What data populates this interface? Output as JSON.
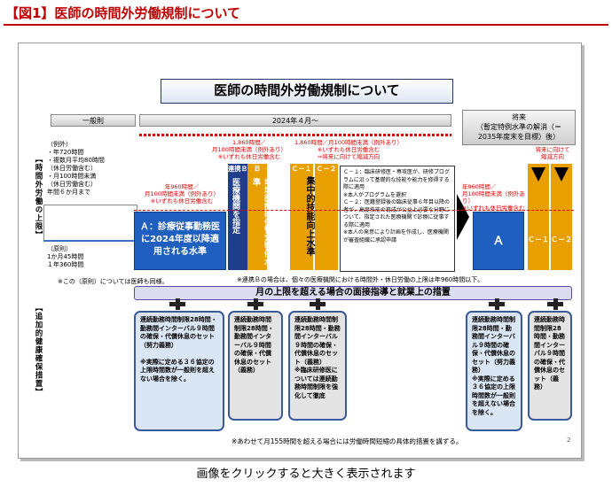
{
  "page": {
    "figure_title": "【図1】医師の時間外労働規制について",
    "caption": "画像をクリックすると大きく表示されます"
  },
  "slide": {
    "title": "医師の時間外労働規制について",
    "col_general": "一般則",
    "col_2024": "2024年４月～",
    "col_future": "将来\n（暫定特例水準の解消（＝\n2035年度末を目標）後）",
    "left_axis_upper": "【時間外労働の上限】",
    "left_axis_lower": "【追加的健康確保措置】",
    "general_rules": "（例外）\n・年720時間\n・複数月平均80時間\n（休日労働含む）\n・月100時間未満\n（休日労働含む）\n年間６か月まで",
    "general_principle": "（原則）\n1か月45時間\n１年360時間",
    "general_note": "※この（原則）については医師も同様。",
    "note_a_960": "年960時間／\n月100時間未満（例外あり）\n※いずれも休日労働含む",
    "note_b_1860": "1,860時間／\n月100時間未満（例外あり）\n※いずれも休日労働含む",
    "note_c_1860": "1,860時間／月100時間未満（例外あり）\n※いずれも休日労働含む\n⇒将来に向けて縮減方向",
    "box_a_label": "Ａ：診療従事勤務医に2024年度以降適用される水準",
    "col_renkei_b_head": "連携Ｂ",
    "col_renkei_b_body": "医療機関を指定",
    "col_renkei_b_sub": "（医療機関を指定）",
    "col_b_head": "Ｂ",
    "col_b_body": "地域医療確保暫定特例水準",
    "col_c1_head": "Ｃ－１",
    "col_c2_head": "Ｃ－２",
    "col_c_body": "集中的技能向上水準",
    "col_c_sub": "（医療機関を指定）",
    "c_explain": "Ｃ－１：臨床研修医・専攻医が、研修プログラムに沿って基礎的な技能や能力を修得する際に適用\n※本人がプログラムを選択\nＣ－２：医籍登録後の臨床従事６年目以降の者が、高度技能の育成が公益上必要な分野について、指定された医療機関で診療に従事する際に適用\n※本人の発意により計画を作成し、医療機関が審査組織に承認申請",
    "future_note_960": "年960時間／\n月100時間未満（例外あり）\n※いずれも休日労働含む",
    "future_shrink": "将来に向けて\n縮減方向",
    "future_a": "Ａ",
    "future_c1": "Ｃ－１",
    "future_c2": "Ｃ－２",
    "renkei_note": "※連携Ｂの場合は、個々の医療機関における時間外・休日労働の上限は年960時間以下。",
    "banner": "月の上限を超える場合の面接指導と就業上の措置",
    "card1": "連続勤務時間制限28時間・勤務間インターバル９時間の確保・代償休息のセット（努力義務）\n\n※実際に定める３６協定の上限時間数が一般則を超えない場合を除く。",
    "card2": "連続勤務時間制限28時間・勤務間インターバル９時間の確保・代償休息のセット（義務）",
    "card3": "連続勤務時間制限28時間・勤務間インターバル９時間の確保・代償休息のセット（義務）\n※臨床研修医については連続勤務時間制限を強化して徹底",
    "card4": "連続勤務時間制限28時間・勤務間インターバル９時間の確保・代償休息のセット（努力義務）\n※実際に定める３６協定の上限時間数が一般則を超えない場合を除く。",
    "card5": "連続勤務時間制限28時間・勤務間インターバル９時間の確保・代償休息のセット（義務）",
    "footer_note": "※あわせて月155時間を超える場合には労働時間短縮の具体的措置を講ずる。",
    "page_number": "2"
  }
}
